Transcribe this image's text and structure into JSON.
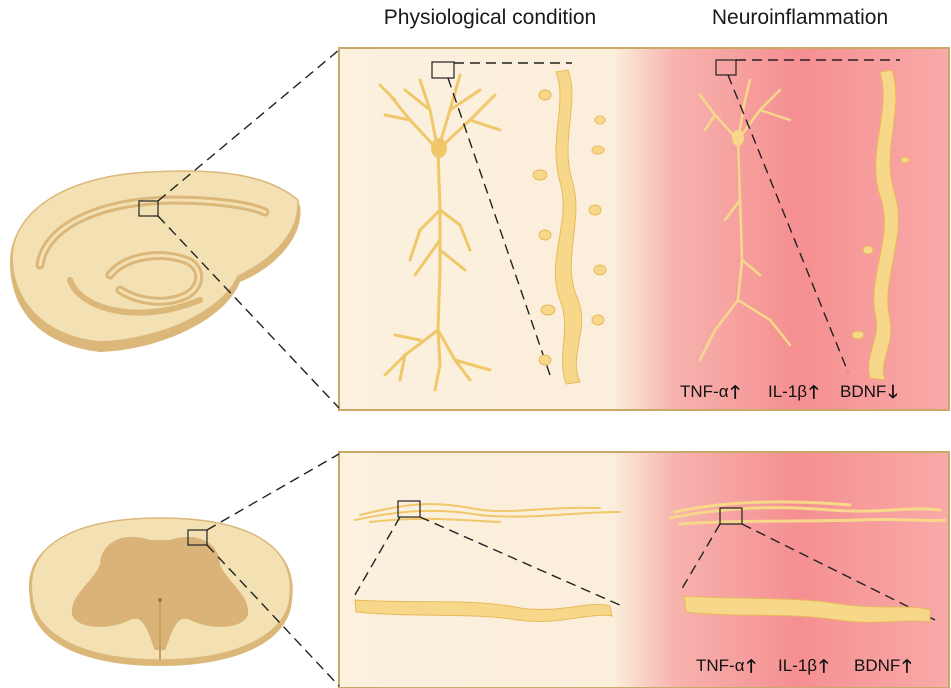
{
  "headers": {
    "physiological": "Physiological condition",
    "neuroinflammation": "Neuroinflammation"
  },
  "hippocampus_panel": {
    "labels": [
      {
        "text": "TNF-α",
        "direction": "up",
        "arrow": "🡑"
      },
      {
        "text": "IL-1β",
        "direction": "up",
        "arrow": "🡑"
      },
      {
        "text": "BDNF",
        "direction": "down",
        "arrow": "🡓"
      }
    ]
  },
  "spinal_panel": {
    "labels": [
      {
        "text": "TNF-α",
        "direction": "up",
        "arrow": "🡑"
      },
      {
        "text": "IL-1β",
        "direction": "up",
        "arrow": "🡑"
      },
      {
        "text": "BDNF",
        "direction": "up",
        "arrow": "🡑"
      }
    ]
  },
  "colors": {
    "neuron": "#f7d88a",
    "neuron_stroke": "#e8b95a",
    "panel_border": "#c9a86a",
    "physiological_bg": "#fbf1de",
    "inflamed_bg": "#f4878a",
    "tissue_light": "#f3e0b3",
    "tissue_dark": "#dcb77a"
  }
}
